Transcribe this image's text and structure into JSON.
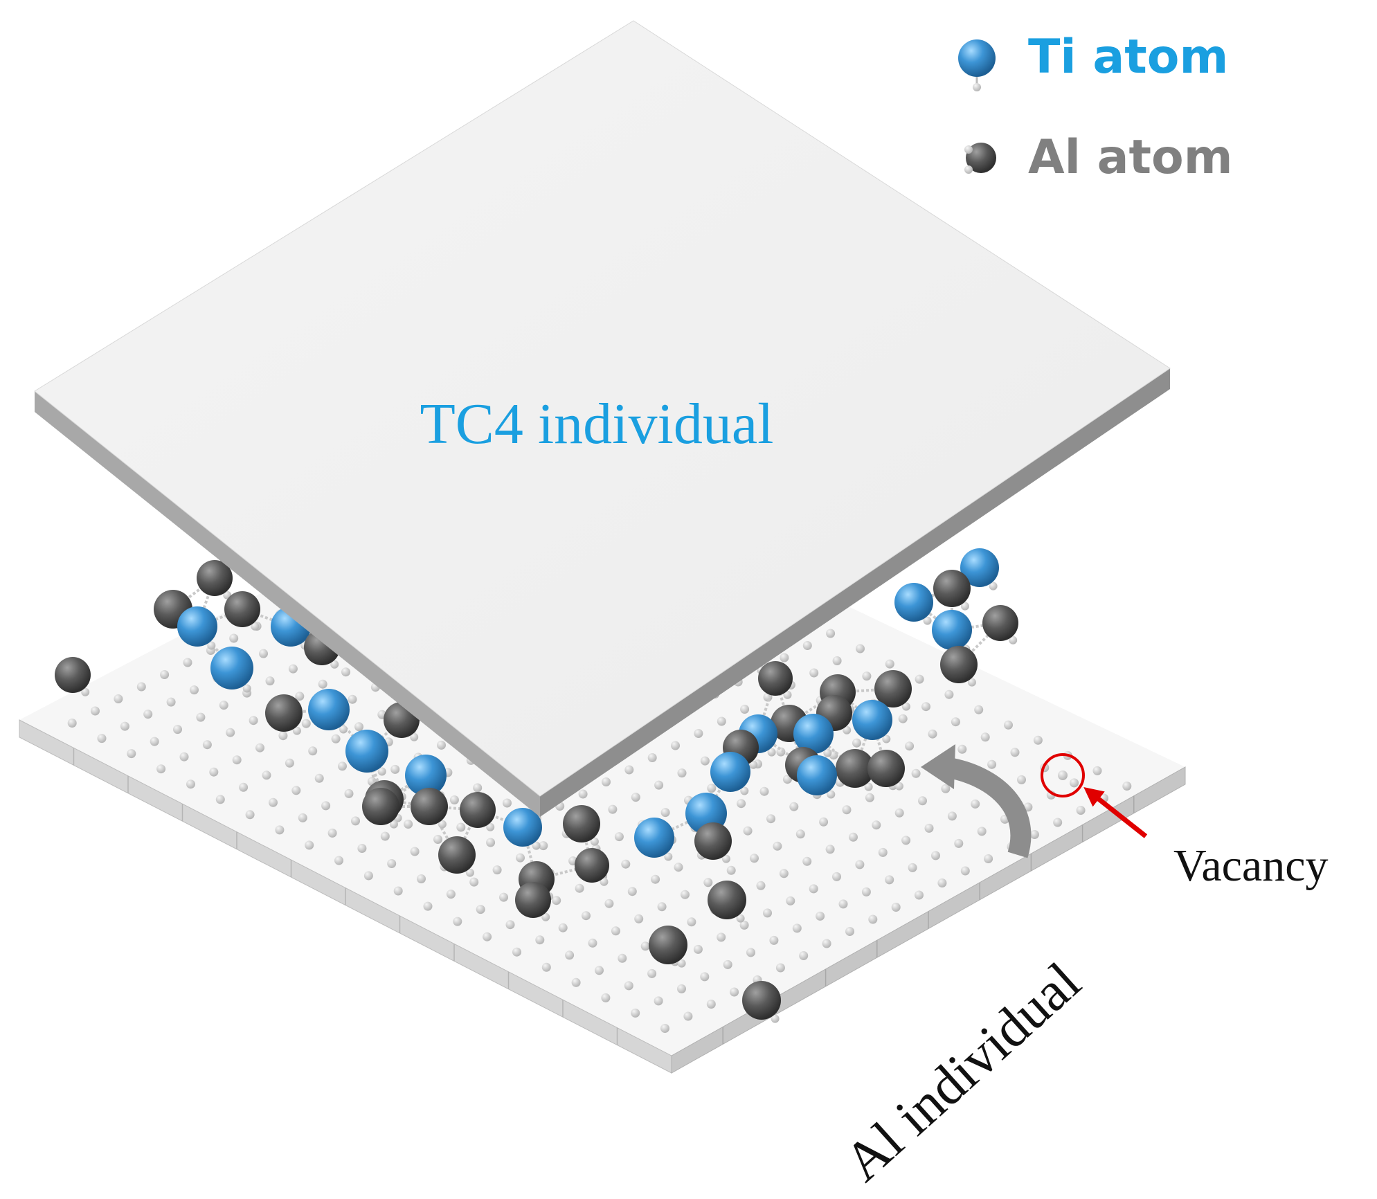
{
  "legend": {
    "ti": {
      "label": "Ti atom",
      "color": "#1a9fe0",
      "atom_color": "#3d95d6"
    },
    "al": {
      "label": "Al atom",
      "color": "#7f7f7f",
      "atom_color": "#5a5a5a"
    }
  },
  "labels": {
    "top_plate": "TC4 individual",
    "bottom_plate": "Al individual",
    "vacancy": "Vacancy"
  },
  "colors": {
    "ti_label": "#1a9fe0",
    "vacancy_marker": "#e00000",
    "plate_face": "#f2f2f2",
    "plate_edge": "#b8b8b8",
    "lattice_dot": "#d4d4d4"
  }
}
